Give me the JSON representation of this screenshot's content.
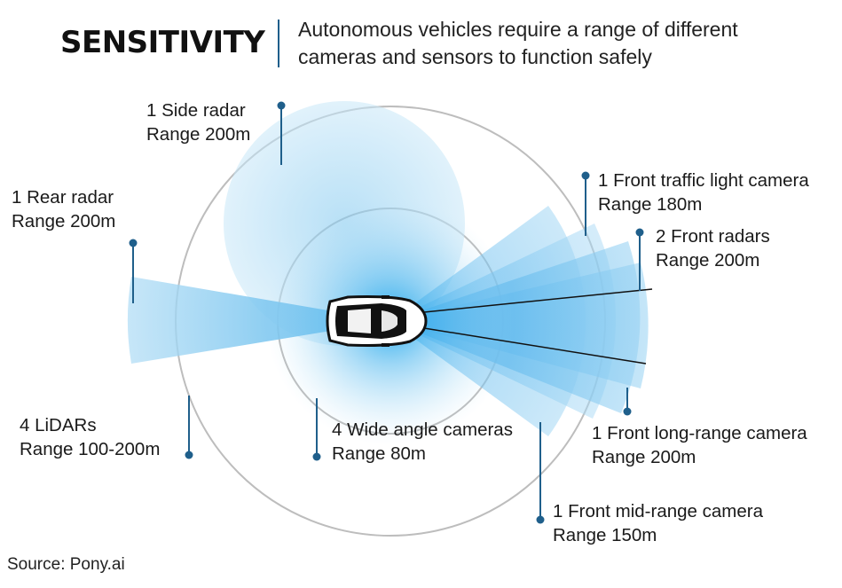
{
  "header": {
    "title": "SENSITIVITY",
    "subtitle_line1": "Autonomous vehicles require a range of different",
    "subtitle_line2": "cameras and sensors to function safely"
  },
  "colors": {
    "accent_blue": "#3aa0e0",
    "pin_blue": "#1f5f8b",
    "ring_gray": "#bdbdbd"
  },
  "sensors": [
    {
      "id": "side-radar",
      "name": "1 Side radar",
      "range": "Range 200m"
    },
    {
      "id": "rear-radar",
      "name": "1 Rear radar",
      "range": "Range 200m"
    },
    {
      "id": "lidars",
      "name": "4 LiDARs",
      "range": "Range 100-200m"
    },
    {
      "id": "wide-cameras",
      "name": "4 Wide angle cameras",
      "range": "Range 80m"
    },
    {
      "id": "traffic-light-camera",
      "name": "1 Front traffic light camera",
      "range": "Range 180m"
    },
    {
      "id": "front-radars",
      "name": "2 Front radars",
      "range": "Range 200m"
    },
    {
      "id": "long-range-camera",
      "name": "1 Front long-range camera",
      "range": "Range 200m"
    },
    {
      "id": "mid-range-camera",
      "name": "1 Front mid-range camera",
      "range": "Range 150m"
    }
  ],
  "source": "Source: Pony.ai"
}
